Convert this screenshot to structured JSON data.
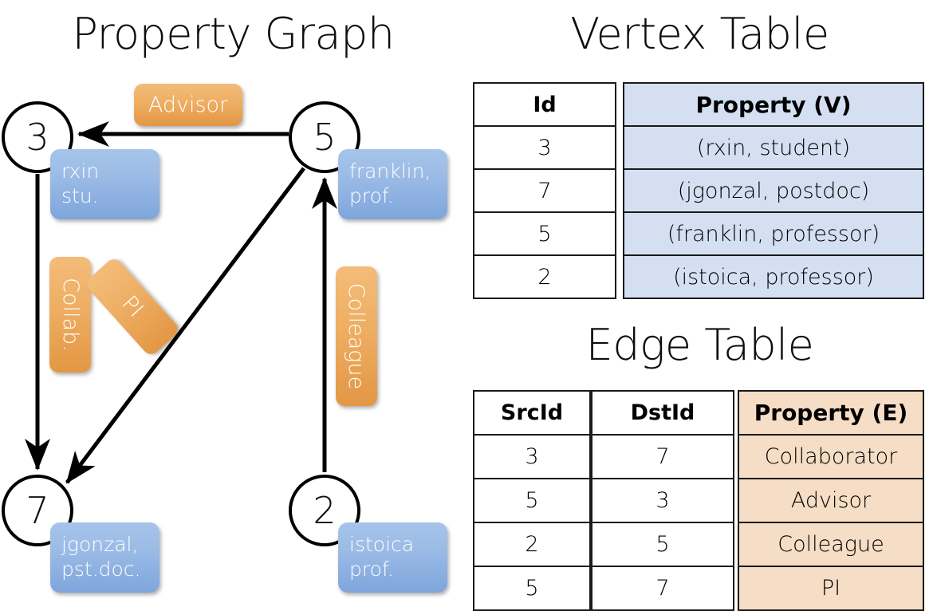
{
  "titles": {
    "property_graph": "Property Graph",
    "vertex_table": "Vertex Table",
    "edge_table": "Edge Table"
  },
  "graph": {
    "nodes": [
      {
        "id": "3",
        "property": "rxin\nstu."
      },
      {
        "id": "5",
        "property": "franklin,\nprof."
      },
      {
        "id": "7",
        "property": "jgonzal,\npst.doc."
      },
      {
        "id": "2",
        "property": "istoica\nprof."
      }
    ],
    "node_labels": {
      "n3": "3",
      "n5": "5",
      "n7": "7",
      "n2": "2"
    },
    "property_boxes": {
      "rxin_line1": "rxin",
      "rxin_line2": "stu.",
      "franklin_line1": "franklin,",
      "franklin_line2": "prof.",
      "jgonzal_line1": "jgonzal,",
      "jgonzal_line2": "pst.doc.",
      "istoica_line1": "istoica",
      "istoica_line2": "prof."
    },
    "edge_labels": {
      "advisor": "Advisor",
      "collab": "Collab.",
      "pi": "PI",
      "colleague": "Colleague"
    },
    "edges": [
      {
        "src": "5",
        "dst": "3",
        "label": "Advisor"
      },
      {
        "src": "3",
        "dst": "7",
        "label": "Collab."
      },
      {
        "src": "5",
        "dst": "7",
        "label": "PI"
      },
      {
        "src": "2",
        "dst": "5",
        "label": "Colleague"
      }
    ]
  },
  "vertex_table": {
    "headers": [
      "Id",
      "Property (V)"
    ],
    "rows": [
      {
        "id": "3",
        "property": "(rxin, student)"
      },
      {
        "id": "7",
        "property": "(jgonzal, postdoc)"
      },
      {
        "id": "5",
        "property": "(franklin, professor)"
      },
      {
        "id": "2",
        "property": "(istoica, professor)"
      }
    ]
  },
  "edge_table": {
    "headers": [
      "SrcId",
      "DstId",
      "Property (E)"
    ],
    "rows": [
      {
        "src": "3",
        "dst": "7",
        "property": "Collaborator"
      },
      {
        "src": "5",
        "dst": "3",
        "property": "Advisor"
      },
      {
        "src": "2",
        "dst": "5",
        "property": "Colleague"
      },
      {
        "src": "5",
        "dst": "7",
        "property": "PI"
      }
    ]
  },
  "colors": {
    "node_property_blue": "#9bbbe6",
    "edge_label_orange": "#eeae63",
    "vertex_table_fill": "#d4e0f2",
    "edge_table_fill": "#f6ddc5",
    "stroke": "#000000"
  }
}
